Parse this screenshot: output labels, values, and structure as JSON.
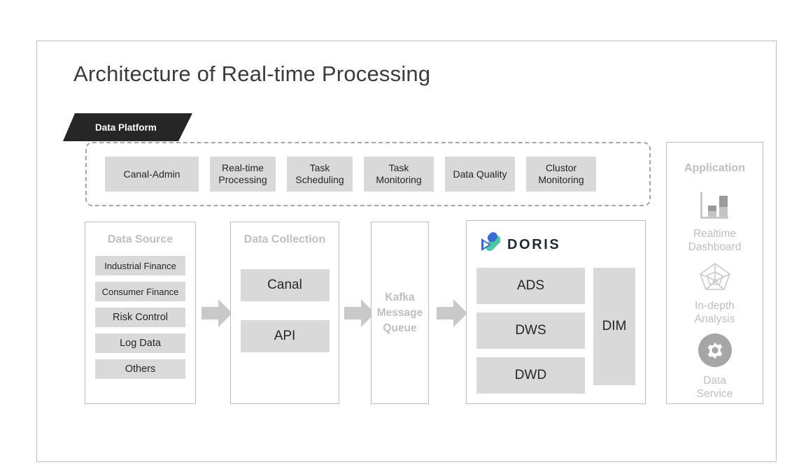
{
  "slide": {
    "title": "Architecture of Real-time Processing"
  },
  "platform": {
    "banner_label": "Data Platform",
    "tiles": [
      {
        "label": "Canal-Admin",
        "width": "w1"
      },
      {
        "label": "Real-time\nProcessing",
        "width": "w2"
      },
      {
        "label": "Task\nScheduling",
        "width": "w2"
      },
      {
        "label": "Task\nMonitoring",
        "width": "w3"
      },
      {
        "label": "Data Quality",
        "width": "w3"
      },
      {
        "label": "Clustor\nMonitoring",
        "width": "w3"
      }
    ]
  },
  "data_source": {
    "heading": "Data Source",
    "items": [
      "Industrial Finance",
      "Consumer Finance",
      "Risk Control",
      "Log Data",
      "Others"
    ]
  },
  "data_collection": {
    "heading": "Data Collection",
    "items": [
      "Canal",
      "API"
    ]
  },
  "kafka": {
    "label": "Kafka\nMessage\nQueue"
  },
  "doris": {
    "logo_name": "doris-logo",
    "wordmark": "DORIS",
    "layers": [
      "ADS",
      "DWS",
      "DWD"
    ],
    "dim_label": "DIM",
    "logo_colors": {
      "blue": "#3a6bd4",
      "teal": "#4cc8a3"
    }
  },
  "application": {
    "heading": "Application",
    "items": [
      {
        "icon": "bar-chart-icon",
        "label": "Realtime\nDashboard"
      },
      {
        "icon": "radar-chart-icon",
        "label": "In-depth\nAnalysis"
      },
      {
        "icon": "gear-circle-icon",
        "label": "Data\nService"
      }
    ]
  },
  "arrows": {
    "names": [
      "arrow-source-to-collection",
      "arrow-collection-to-kafka",
      "arrow-kafka-to-doris"
    ],
    "color": "#c9c9c9"
  },
  "theme": {
    "tile_gray": "#d9d9d9",
    "heading_gray": "#bfbfbf",
    "border_gray": "#bfbfbf",
    "banner_dark": "#262626",
    "text_dark": "#262626"
  }
}
